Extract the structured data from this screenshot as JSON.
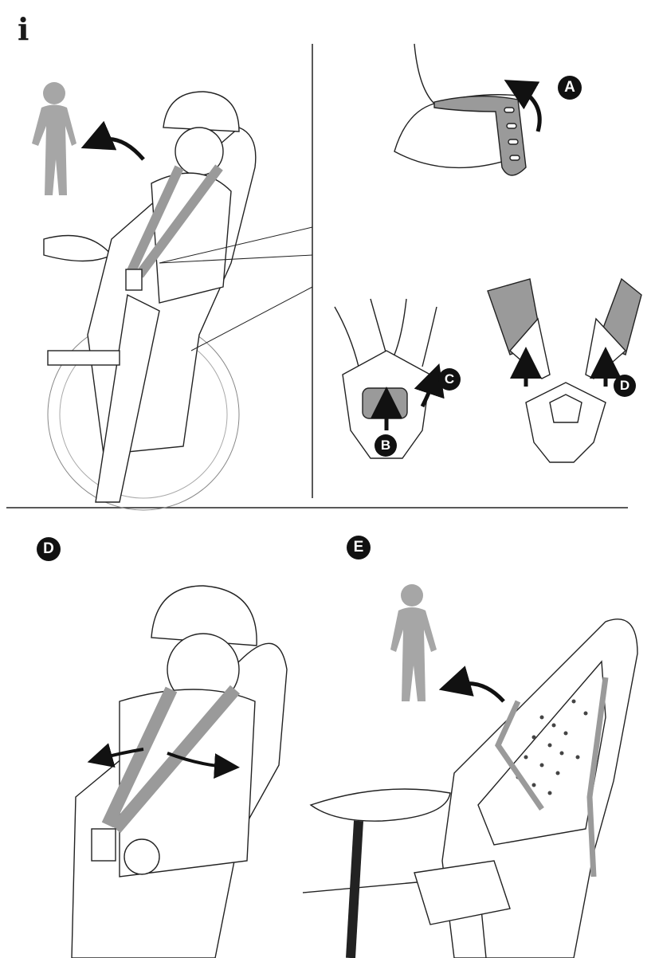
{
  "info_symbol": "i",
  "labels": {
    "a": "A",
    "b": "B",
    "c": "C",
    "d_small": "D",
    "d_large": "D",
    "e": "E"
  },
  "colors": {
    "line": "#1a1a1a",
    "strap": "#9a9a9a",
    "child_silhouette": "#a6a6a6",
    "badge": "#111111"
  }
}
